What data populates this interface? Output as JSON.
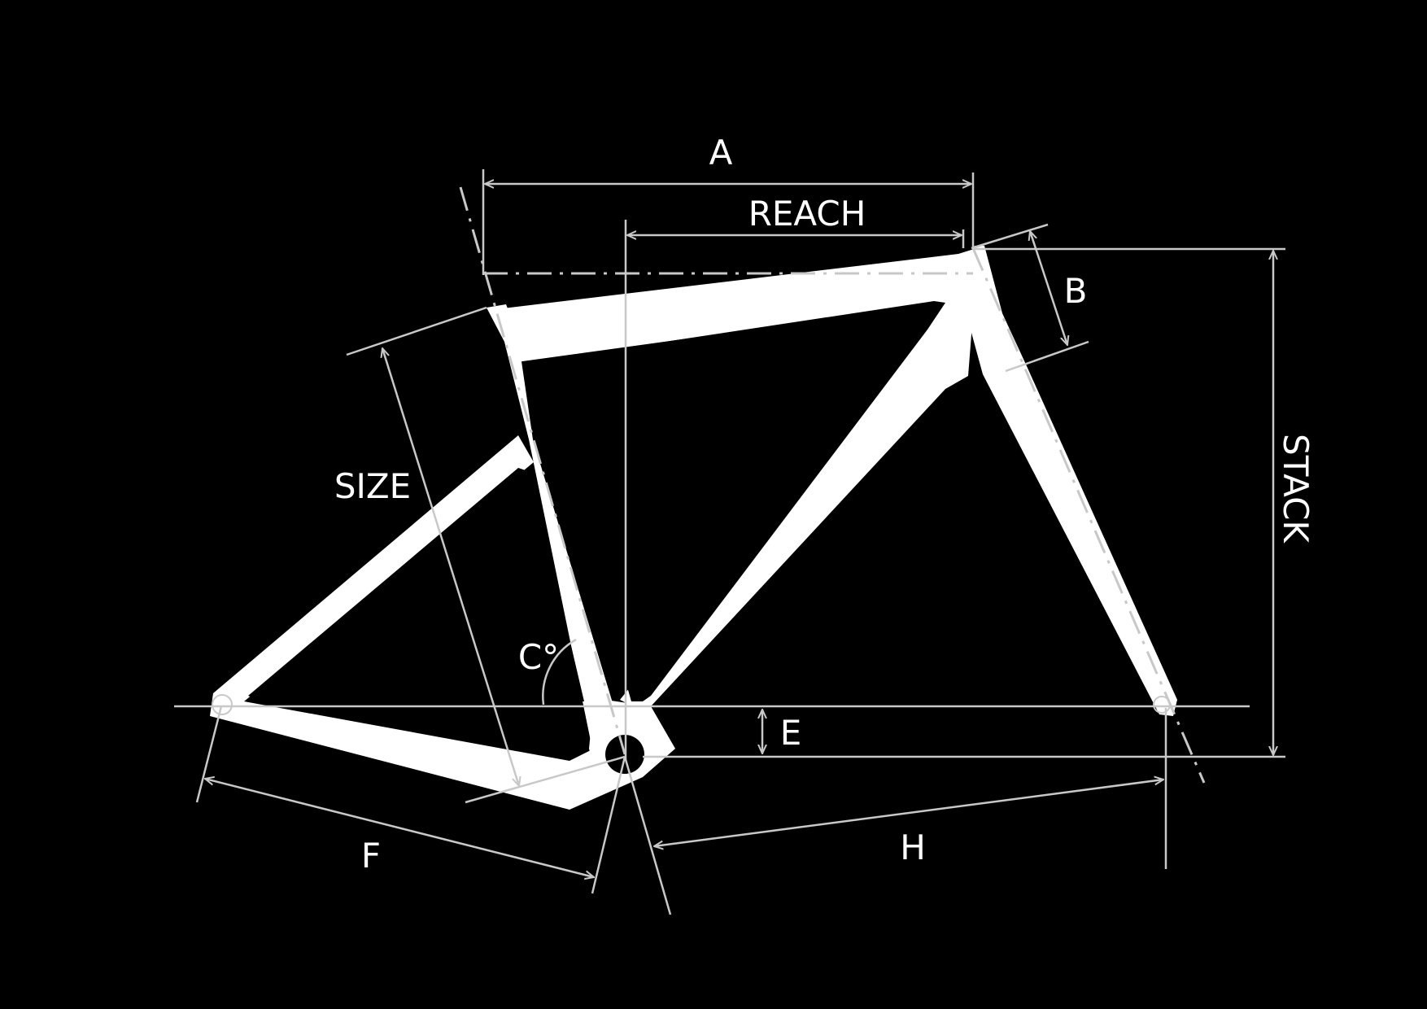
{
  "diagram": {
    "colors": {
      "background": "#000000",
      "frame": "#ffffff",
      "dimension_line": "#c8c8c8"
    },
    "labels": {
      "a": "A",
      "reach": "REACH",
      "b": "B",
      "size": "SIZE",
      "stack": "STACK",
      "c_angle": "C°",
      "e": "E",
      "f": "F",
      "h": "H"
    }
  }
}
